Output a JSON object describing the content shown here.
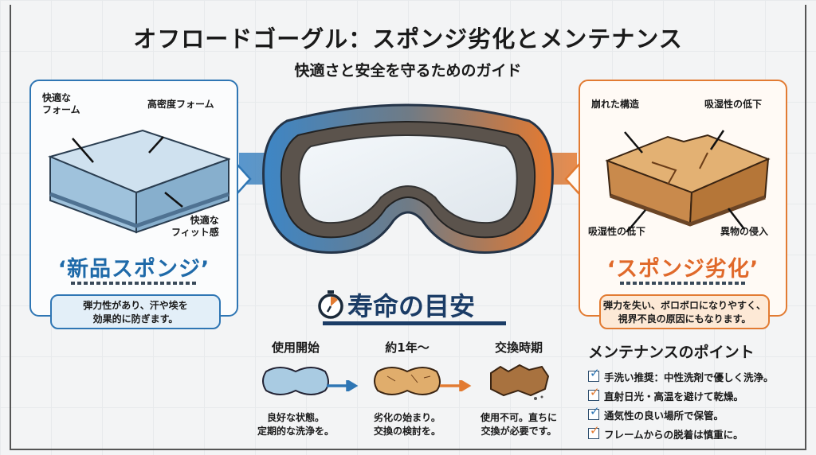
{
  "title": "オフロードゴーグル：スポンジ劣化とメンテナンス",
  "subtitle": "快適さと安全を守るためのガイド",
  "new_sponge": {
    "labels": [
      "快適な\nフォーム",
      "高密度フォーム",
      "快適な\nフィット感"
    ],
    "heading": "‘新品スポンジ’",
    "desc_line1": "弾力性があり、汗や埃を",
    "desc_line2": "効果的に防ぎます。",
    "color": "#2f76b4"
  },
  "worn_sponge": {
    "labels": [
      "崩れた構造",
      "吸湿性の低下",
      "吸湿性の低下",
      "異物の侵入"
    ],
    "heading": "‘スポンジ劣化’",
    "desc_line1": "弾力を失い、ボロボロになりやすく、",
    "desc_line2": "視界不良の原因にもなります。",
    "color": "#e27b32"
  },
  "lifespan": {
    "heading": "寿命の目安",
    "icon": "stopwatch-icon",
    "steps": [
      {
        "label": "使用開始",
        "desc1": "良好な状態。",
        "desc2": "定期的な洗浄を。"
      },
      {
        "label": "約1年～",
        "desc1": "劣化の始まり。",
        "desc2": "交換の検討を。"
      },
      {
        "label": "交換時期",
        "desc1": "使用不可。直ちに",
        "desc2": "交換が必要です。"
      }
    ]
  },
  "maintenance": {
    "heading": "メンテナンスのポイント",
    "items": [
      {
        "text": "手洗い推奨：中性洗剤で優しく洗浄。",
        "check_color": "#2f76b4"
      },
      {
        "text": "直射日光・高温を避けて乾燥。",
        "check_color": "#e27b32"
      },
      {
        "text": "通気性の良い場所で保管。",
        "check_color": "#2f76b4"
      },
      {
        "text": "フレームからの脱着は慎重に。",
        "check_color": "#e27b32"
      }
    ]
  }
}
